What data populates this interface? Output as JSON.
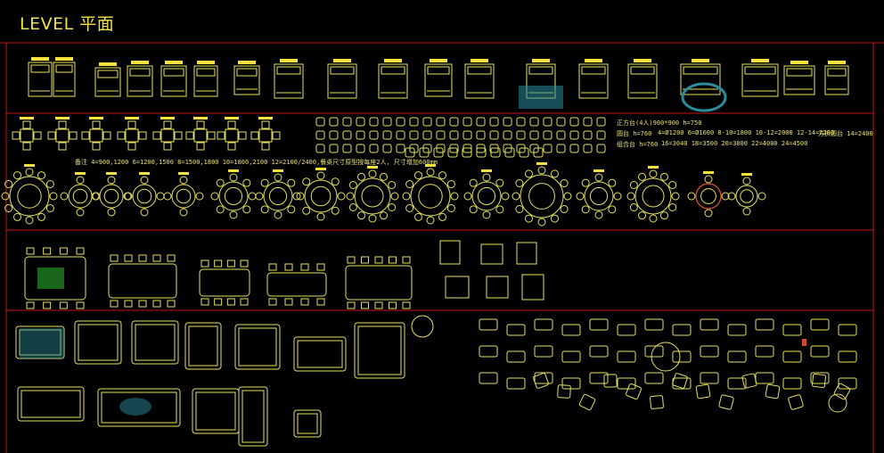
{
  "title": "LEVEL 平面",
  "notes": {
    "table_sizes": "备注  4=900,1200   6=1200,1500   8=1500,1800    10=1800,2100   12=2100/2400,餐桌尺寸原型按每座2人, 尺寸增加600mm",
    "square_table": "正方台(4人)900*900 h=750",
    "round_label": "圆台 h=760",
    "round_sizes": "4=Ø1200  6=Ø1600  8-10=1800  10-12=2000  12-14=2200",
    "round_note": "方折圆台 14=2400",
    "compound_label": "组合台 h=760",
    "compound_sizes": "16=3040  18=3500  20=3800  22=4000  24=4500"
  },
  "colors": {
    "background": "#000000",
    "frame": "#c8141e",
    "furniture": "#e6e060",
    "label": "#f5e03c",
    "accent_cyan": "#2a8c9c",
    "accent_red": "#d24a2a",
    "accent_green": "#2aa82a"
  }
}
